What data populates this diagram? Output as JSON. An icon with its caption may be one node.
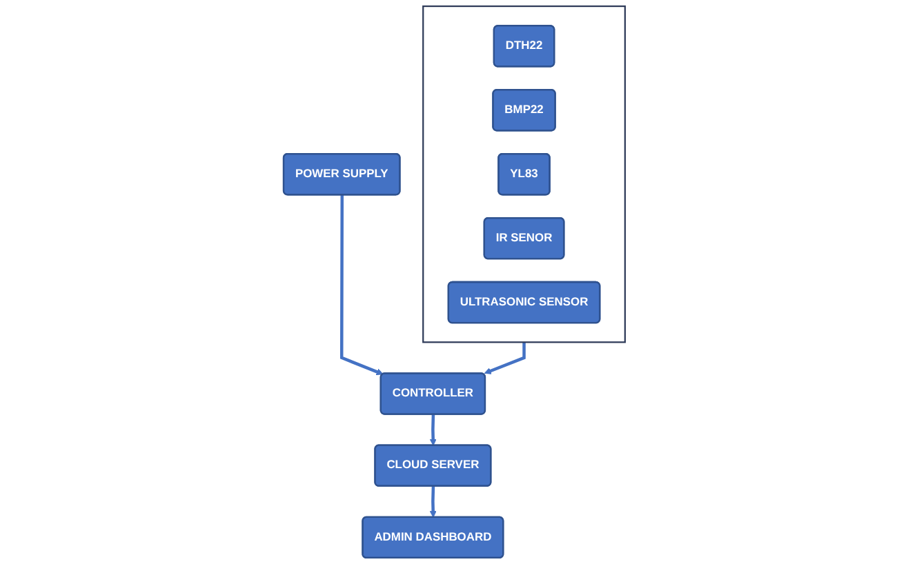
{
  "diagram": {
    "nodes": [
      {
        "text": [],
        "shape": "box"
      },
      {
        "text": [
          "DTH22"
        ],
        "in": 0
      },
      {
        "text": [
          "BMP22"
        ],
        "in": 0
      },
      {
        "text": [
          "YL83"
        ],
        "in": 0
      },
      {
        "text": [
          "IR SENOR"
        ],
        "in": 0
      },
      {
        "text": [
          "ULTRASONIC SENSOR"
        ],
        "in": 0
      },
      {
        "text": [
          "POWER SUPPLY"
        ]
      },
      {
        "text": [
          "CONTROLLER"
        ]
      },
      {
        "text": [
          "CLOUD SERVER"
        ]
      },
      {
        "text": [
          "ADMIN DASHBOARD"
        ]
      }
    ],
    "edges": [
      {
        "from": 0,
        "to": 7,
        "arrow": "to"
      },
      {
        "from": 6,
        "to": 7,
        "arrow": "to"
      },
      {
        "from": 7,
        "to": 8,
        "arrow": "to"
      },
      {
        "from": 8,
        "to": 9,
        "arrow": "to"
      }
    ]
  }
}
